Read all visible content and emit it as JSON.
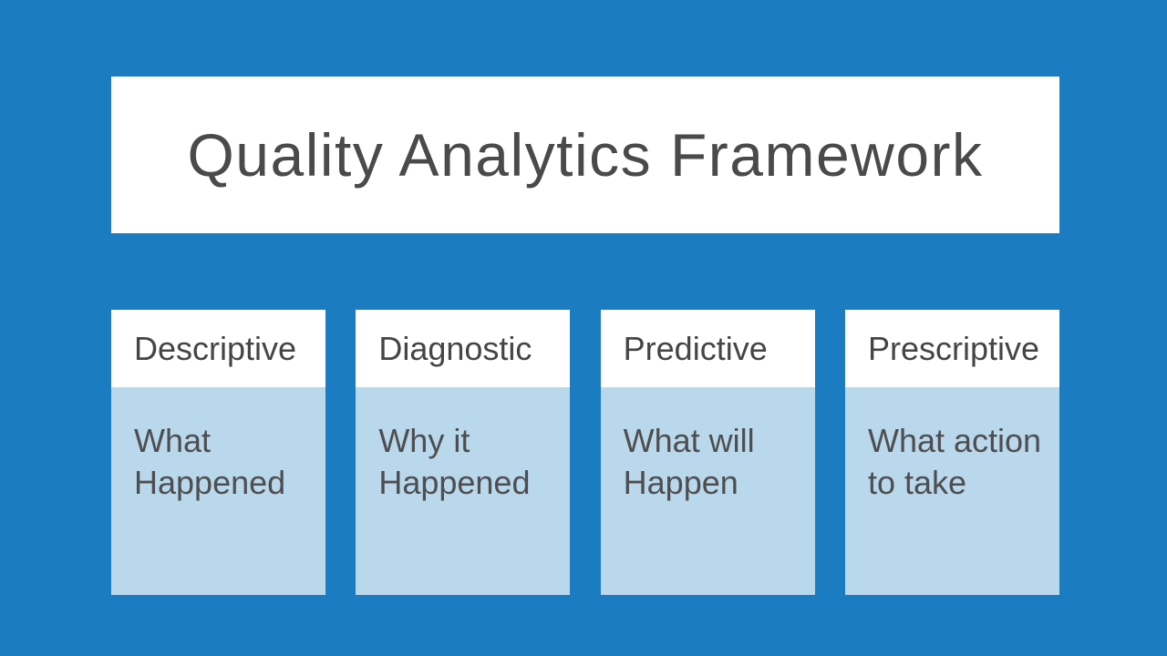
{
  "slide": {
    "title": "Quality Analytics Framework",
    "colors": {
      "background_blue": "#1C7CC1",
      "card_header_white": "#FFFFFF",
      "card_body_light_blue": "#BAD8EB",
      "title_text_gray": "#4A4A4A",
      "column_text_gray": "#4E4E50"
    },
    "columns": [
      {
        "header": "Descriptive",
        "body": "What\nHappened"
      },
      {
        "header": "Diagnostic",
        "body": "Why it\nHappened"
      },
      {
        "header": "Predictive",
        "body": "What will\nHappen"
      },
      {
        "header": "Prescriptive",
        "body": "What action\nto take"
      }
    ]
  }
}
